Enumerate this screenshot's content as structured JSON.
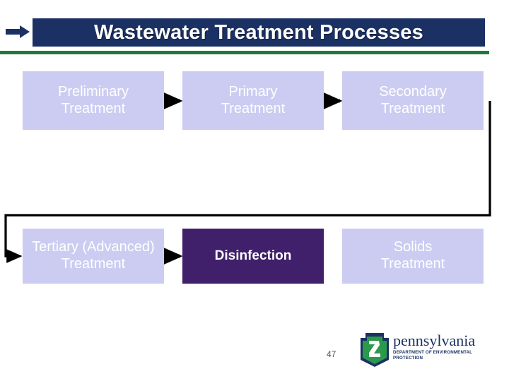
{
  "slide": {
    "title": "Wastewater Treatment Processes",
    "page_number": "47",
    "colors": {
      "title_bar": "#1b3164",
      "title_rule": "#1e7a3c",
      "box_lavender": "#ccccf2",
      "box_purple": "#40206a",
      "box_text": "#ffffff",
      "arrow": "#000000"
    }
  },
  "diagram": {
    "type": "flow",
    "boxes": [
      {
        "id": "preliminary",
        "line1": "Preliminary",
        "line2": "Treatment",
        "style": "lavender"
      },
      {
        "id": "primary",
        "line1": "Primary",
        "line2": "Treatment",
        "style": "lavender"
      },
      {
        "id": "secondary",
        "line1": "Secondary",
        "line2": "Treatment",
        "style": "lavender"
      },
      {
        "id": "tertiary",
        "line1": "Tertiary (Advanced)",
        "line2": "Treatment",
        "style": "lavender"
      },
      {
        "id": "disinfection",
        "line1": "Disinfection",
        "line2": "",
        "style": "purple"
      },
      {
        "id": "solids",
        "line1": "Solids",
        "line2": "Treatment",
        "style": "lavender"
      }
    ],
    "connections": [
      {
        "from": "preliminary",
        "to": "primary",
        "kind": "straight-right"
      },
      {
        "from": "primary",
        "to": "secondary",
        "kind": "straight-right"
      },
      {
        "from": "secondary",
        "to": "tertiary",
        "kind": "elbow-down-left"
      },
      {
        "from": "tertiary",
        "to": "disinfection",
        "kind": "straight-right"
      }
    ]
  },
  "logo": {
    "name": "pennsylvania",
    "department": "DEPARTMENT OF ENVIRONMENTAL PROTECTION",
    "icon": "keystone-logo-icon"
  }
}
